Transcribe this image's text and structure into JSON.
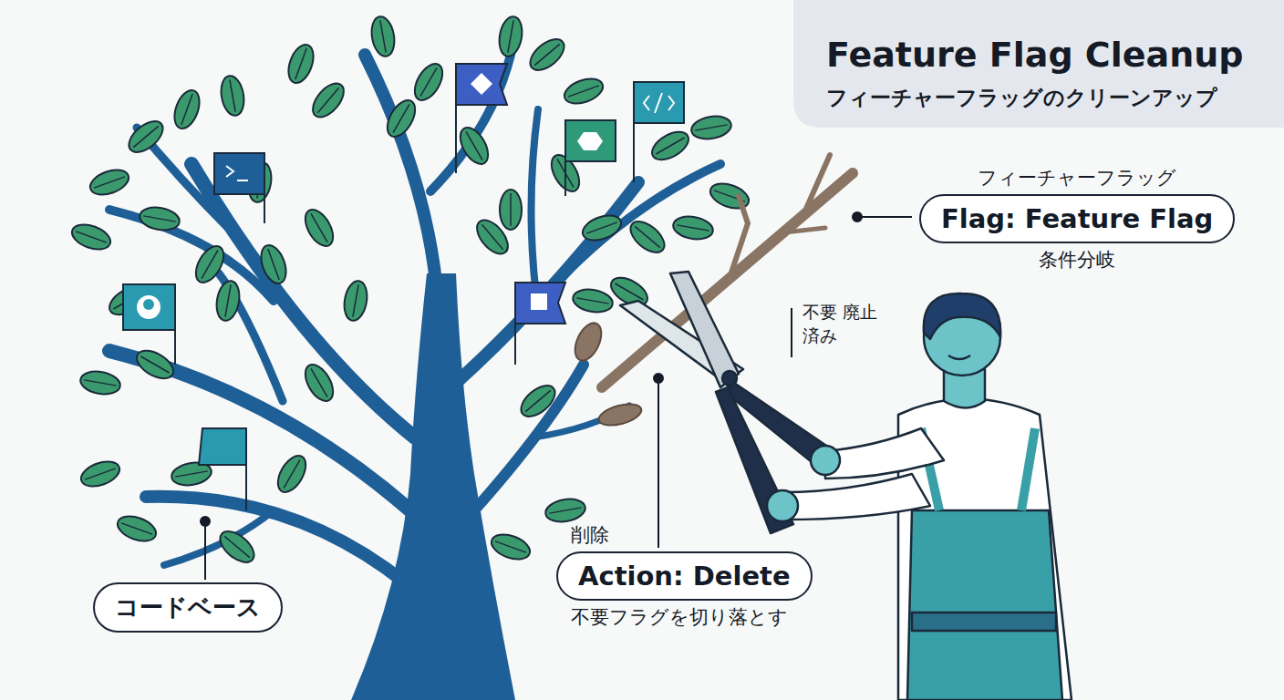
{
  "diagram": {
    "title": "Feature Flag Cleanup",
    "nodes": [
      {
        "text": [
          "フィーチャーフラッグ",
          "Flag: Feature Flag",
          "条件分岐"
        ]
      },
      {
        "text": [
          "削除",
          "Action: Delete",
          "不要フラグを切り落とす"
        ]
      },
      {
        "text": [
          "コードベース"
        ]
      }
    ],
    "labels": [
      "フィーチャーフラッグのクリーンアップ",
      "不要 廃止済み"
    ]
  }
}
